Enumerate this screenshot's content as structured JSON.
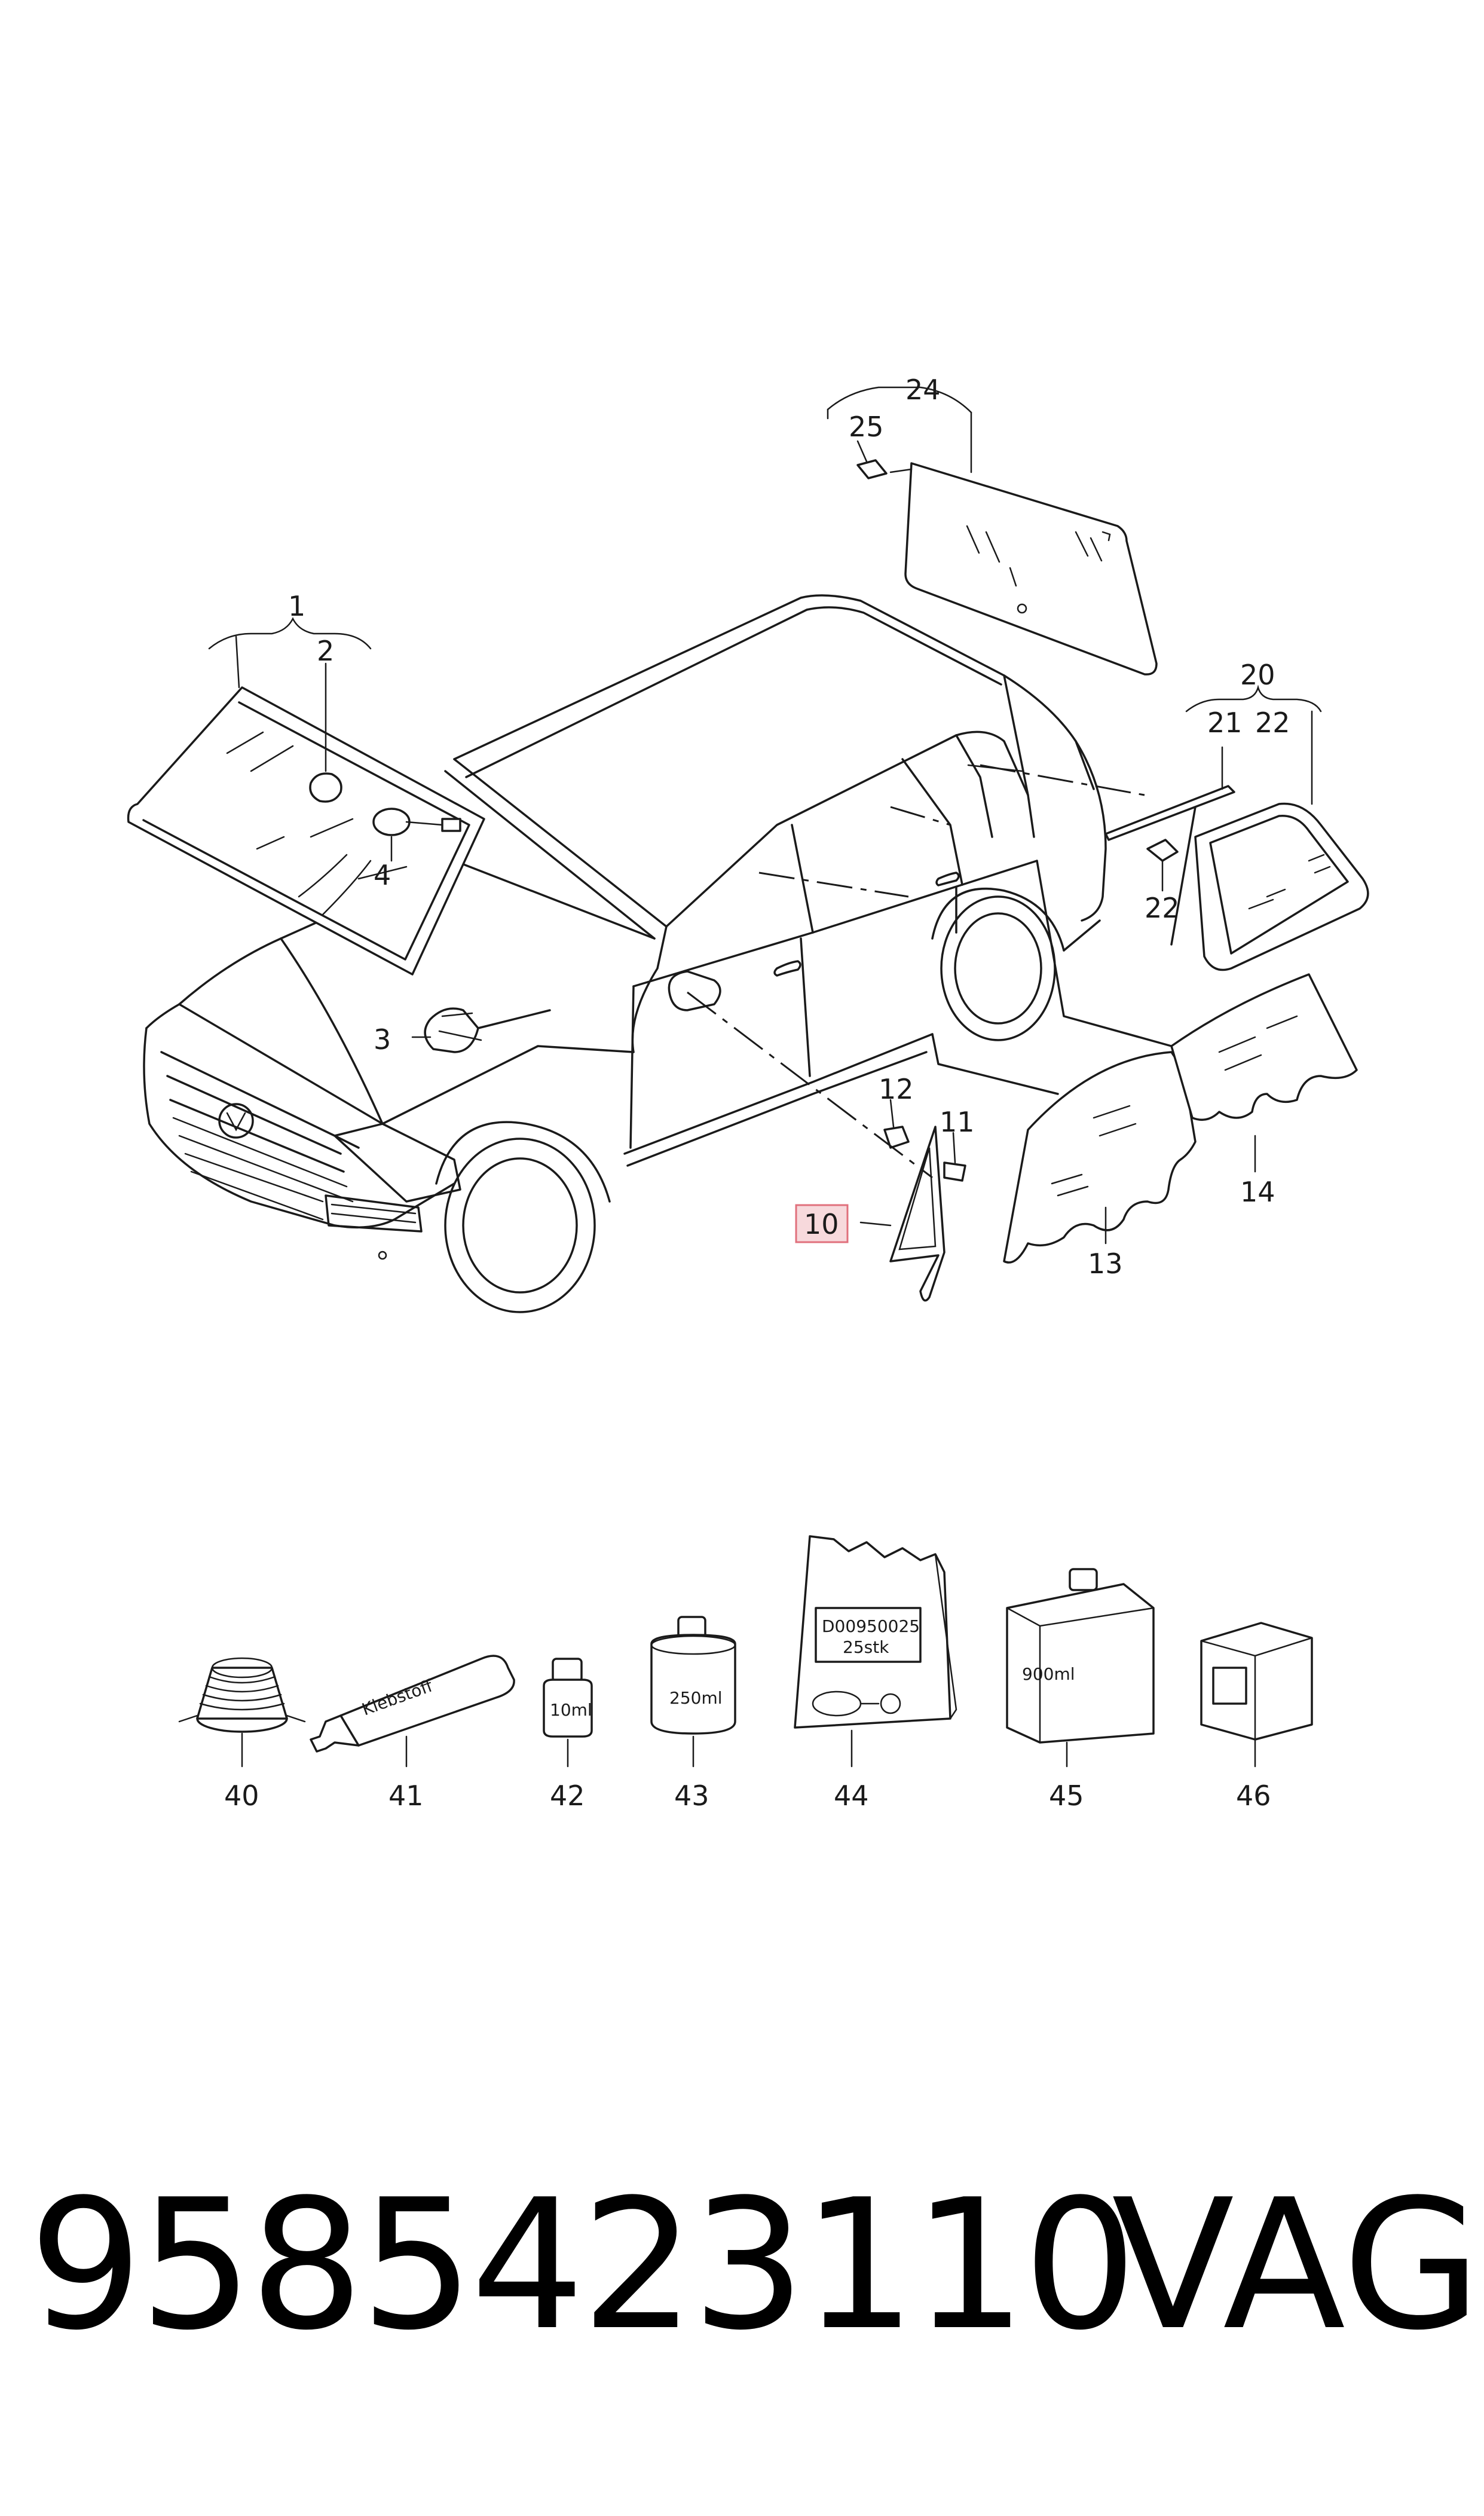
{
  "callouts": {
    "c1": "1",
    "c2": "2",
    "c3": "3",
    "c4": "4",
    "c10": "10",
    "c11": "11",
    "c12": "12",
    "c13": "13",
    "c14": "14",
    "c20": "20",
    "c21": "21",
    "c22a": "22",
    "c22b": "22",
    "c24": "24",
    "c25": "25",
    "c40": "40",
    "c41": "41",
    "c42": "42",
    "c43": "43",
    "c44": "44",
    "c45": "45",
    "c46": "46"
  },
  "product_labels": {
    "tube": "Klebstoff",
    "bottle_small": "10ml",
    "can": "250ml",
    "bag_line1": "D00950025",
    "bag_line2": "25stk",
    "canister": "900ml"
  },
  "highlighted_callout": "10",
  "colors": {
    "highlight_fill": "#f7d9dc",
    "highlight_border": "#e0707c",
    "line": "#1a1a1a"
  },
  "footer": {
    "part_number": "9585423110",
    "brand": "VAG"
  }
}
